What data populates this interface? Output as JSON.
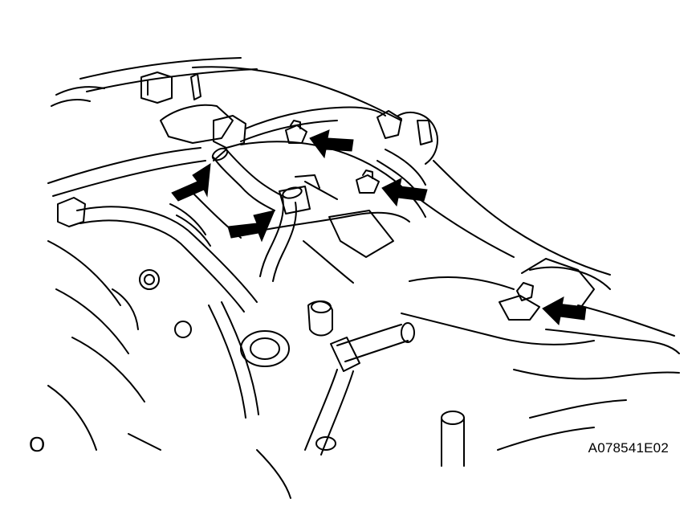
{
  "figure": {
    "corner_mark": "O",
    "code": "A078541E02"
  },
  "colors": {
    "line": "#000000",
    "background": "#ffffff"
  },
  "callouts": {
    "count": 5,
    "icon": "arrow-icon"
  }
}
